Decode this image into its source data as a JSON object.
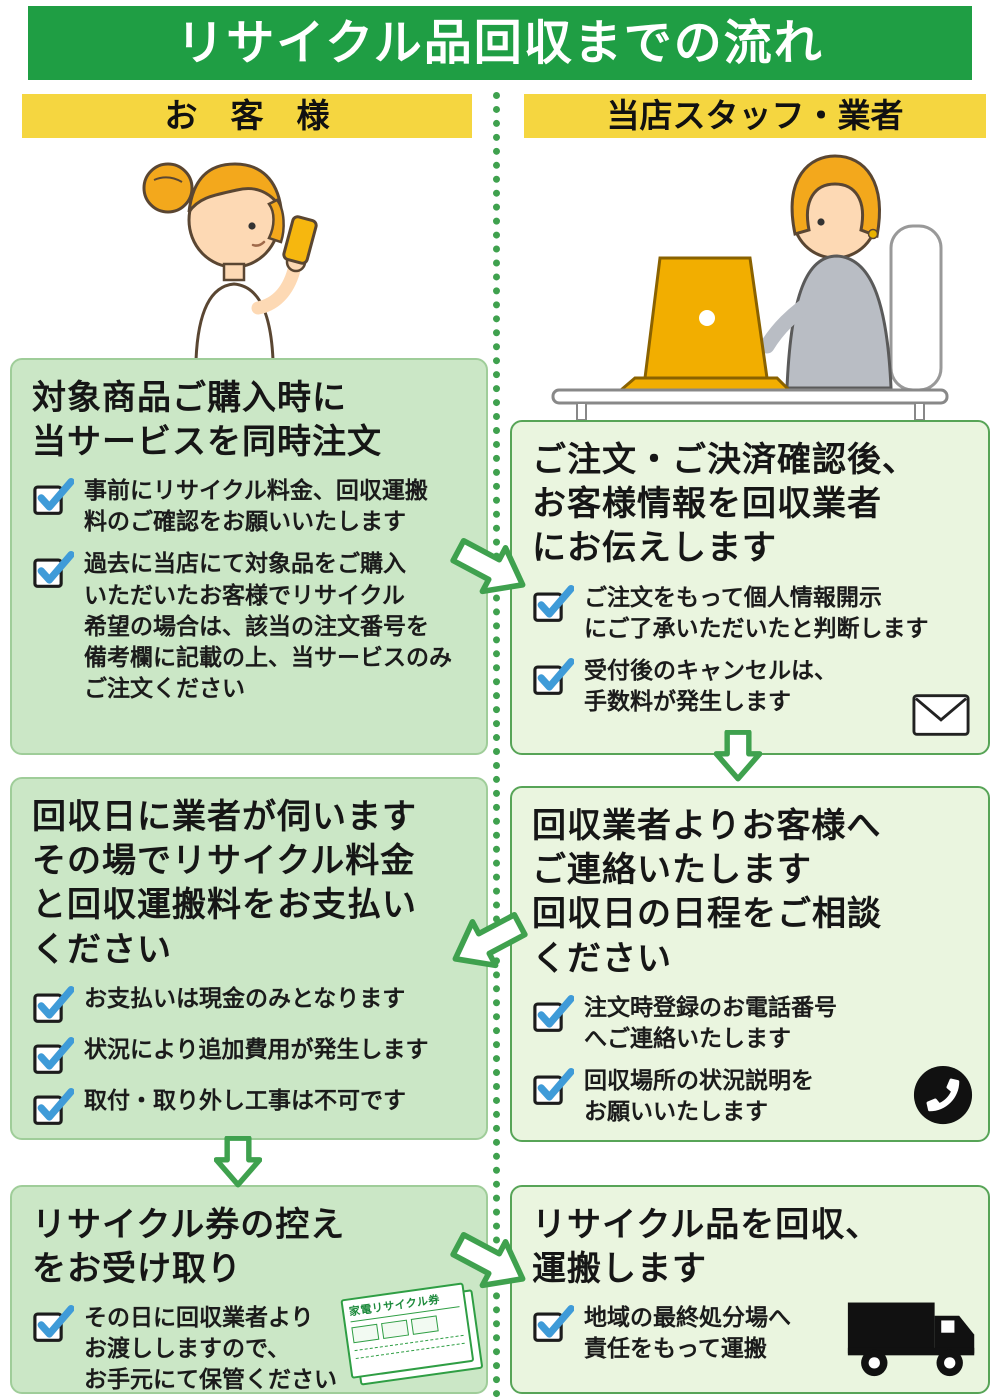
{
  "header": {
    "title": "リサイクル品回収までの流れ",
    "bg_color": "#1f9e44",
    "text_color": "#ffffff"
  },
  "columns": {
    "customer": {
      "title": "お　客　様",
      "bg_color": "#f5d640"
    },
    "staff": {
      "title": "当店スタッフ・業者",
      "bg_color": "#f5d640"
    }
  },
  "boxes": {
    "order": {
      "title": "対象商品ご購入時に\n当サービスを同時注文",
      "items": [
        "事前にリサイクル料金、回収運搬\n料のご確認をお願いいたします",
        "過去に当店にて対象品をご購入\nいただいたお客様でリサイクル\n希望の場合は、該当の注文番号を\n備考欄に記載の上、当サービスのみ\nご注文ください"
      ]
    },
    "confirm": {
      "title": "ご注文・ご決済確認後、\nお客様情報を回収業者\nにお伝えします",
      "items": [
        "ご注文をもって個人情報開示\nにご了承いただいたと判断します",
        "受付後のキャンセルは、\n手数料が発生します"
      ]
    },
    "visit": {
      "title": "回収日に業者が伺います\nその場でリサイクル料金\nと回収運搬料をお支払い\nください",
      "items": [
        "お支払いは現金のみとなります",
        "状況により追加費用が発生します",
        "取付・取り外し工事は不可です"
      ]
    },
    "contact": {
      "title": "回収業者よりお客様へ\nご連絡いたします\n回収日の日程をご相談\nください",
      "items": [
        "注文時登録のお電話番号\nへご連絡いたします",
        "回収場所の状況説明を\nお願いいたします"
      ]
    },
    "ticket": {
      "title": "リサイクル券の控え\nをお受け取り",
      "items": [
        "その日に回収業者より\nお渡ししますので、\nお手元にて保管ください"
      ],
      "ticket_label": "家電リサイクル券"
    },
    "transport": {
      "title": "リサイクル品を回収、\n運搬します",
      "items": [
        "地域の最終処分場へ\n責任をもって運搬"
      ]
    }
  },
  "icons": {
    "checkbox": "blue-check-in-white-box",
    "envelope": "envelope-icon",
    "phone": "phone-circle-icon",
    "truck": "truck-icon",
    "ticket": "recycle-ticket"
  },
  "colors": {
    "header_green": "#1f9e44",
    "accent_yellow": "#f5d640",
    "left_box_bg": "#cbe7c6",
    "right_box_bg": "#eaf5df",
    "box_border_green": "#57a457",
    "arrow_green": "#3fa14e",
    "check_blue": "#3f9bd8",
    "divider_green": "#3fa14e"
  }
}
